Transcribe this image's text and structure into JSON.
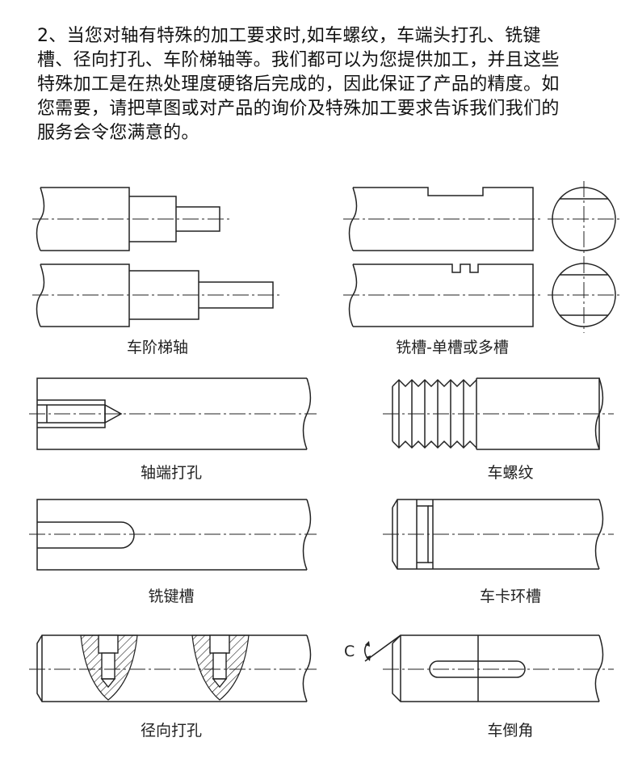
{
  "intro": {
    "lines": [
      "2、当您对轴有特殊的加工要求时,如车螺纹，车端头打孔、铣键",
      "槽、径向打孔、车阶梯轴等。我们都可以为您提供加工，并且这些",
      "特殊加工是在热处理度硬铬后完成的，因此保证了产品的精度。如",
      "您需要，请把草图或对产品的询价及特殊加工要求告诉我们我们的",
      "服务会令您满意的。"
    ]
  },
  "figures": {
    "stepped_shaft": "车阶梯轴",
    "milled_groove": "铣槽-单槽或多槽",
    "end_drilling": "轴端打孔",
    "threading": "车螺纹",
    "keyway": "铣键槽",
    "snap_ring_groove": "车卡环槽",
    "radial_drilling": "径向打孔",
    "chamfer": "车倒角",
    "chamfer_mark": "C"
  },
  "colors": {
    "line": "#222222",
    "background": "#ffffff"
  }
}
